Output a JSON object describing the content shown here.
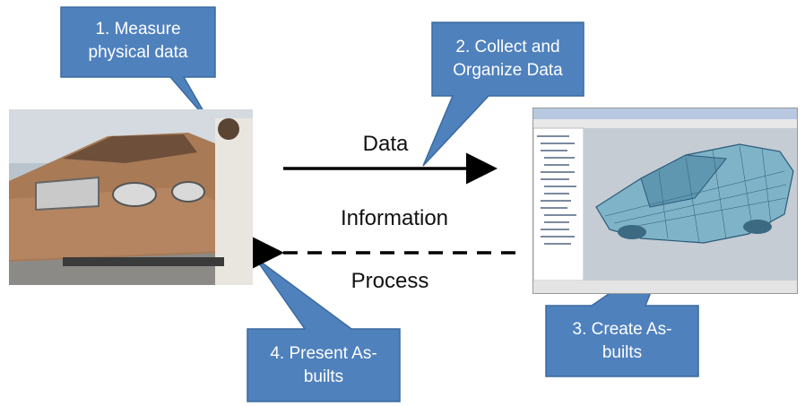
{
  "callouts": [
    {
      "id": "measure",
      "line1": "1. Measure",
      "line2": "physical data"
    },
    {
      "id": "collect",
      "line1": "2. Collect and",
      "line2": "Organize Data"
    },
    {
      "id": "create",
      "line1": "3. Create As-",
      "line2": "builts"
    },
    {
      "id": "present",
      "line1": "4. Present As-",
      "line2": "builts"
    }
  ],
  "arrows": {
    "data_label": "Data",
    "information_label": "Information",
    "process_label": "Process"
  },
  "images": {
    "left": {
      "icon": "clay-car-model-photo"
    },
    "right": {
      "icon": "cad-software-car-mesh-screenshot"
    }
  },
  "colors": {
    "callout_fill": "#4f81bd",
    "callout_stroke": "#3a6a9f",
    "arrow": "#000000"
  }
}
